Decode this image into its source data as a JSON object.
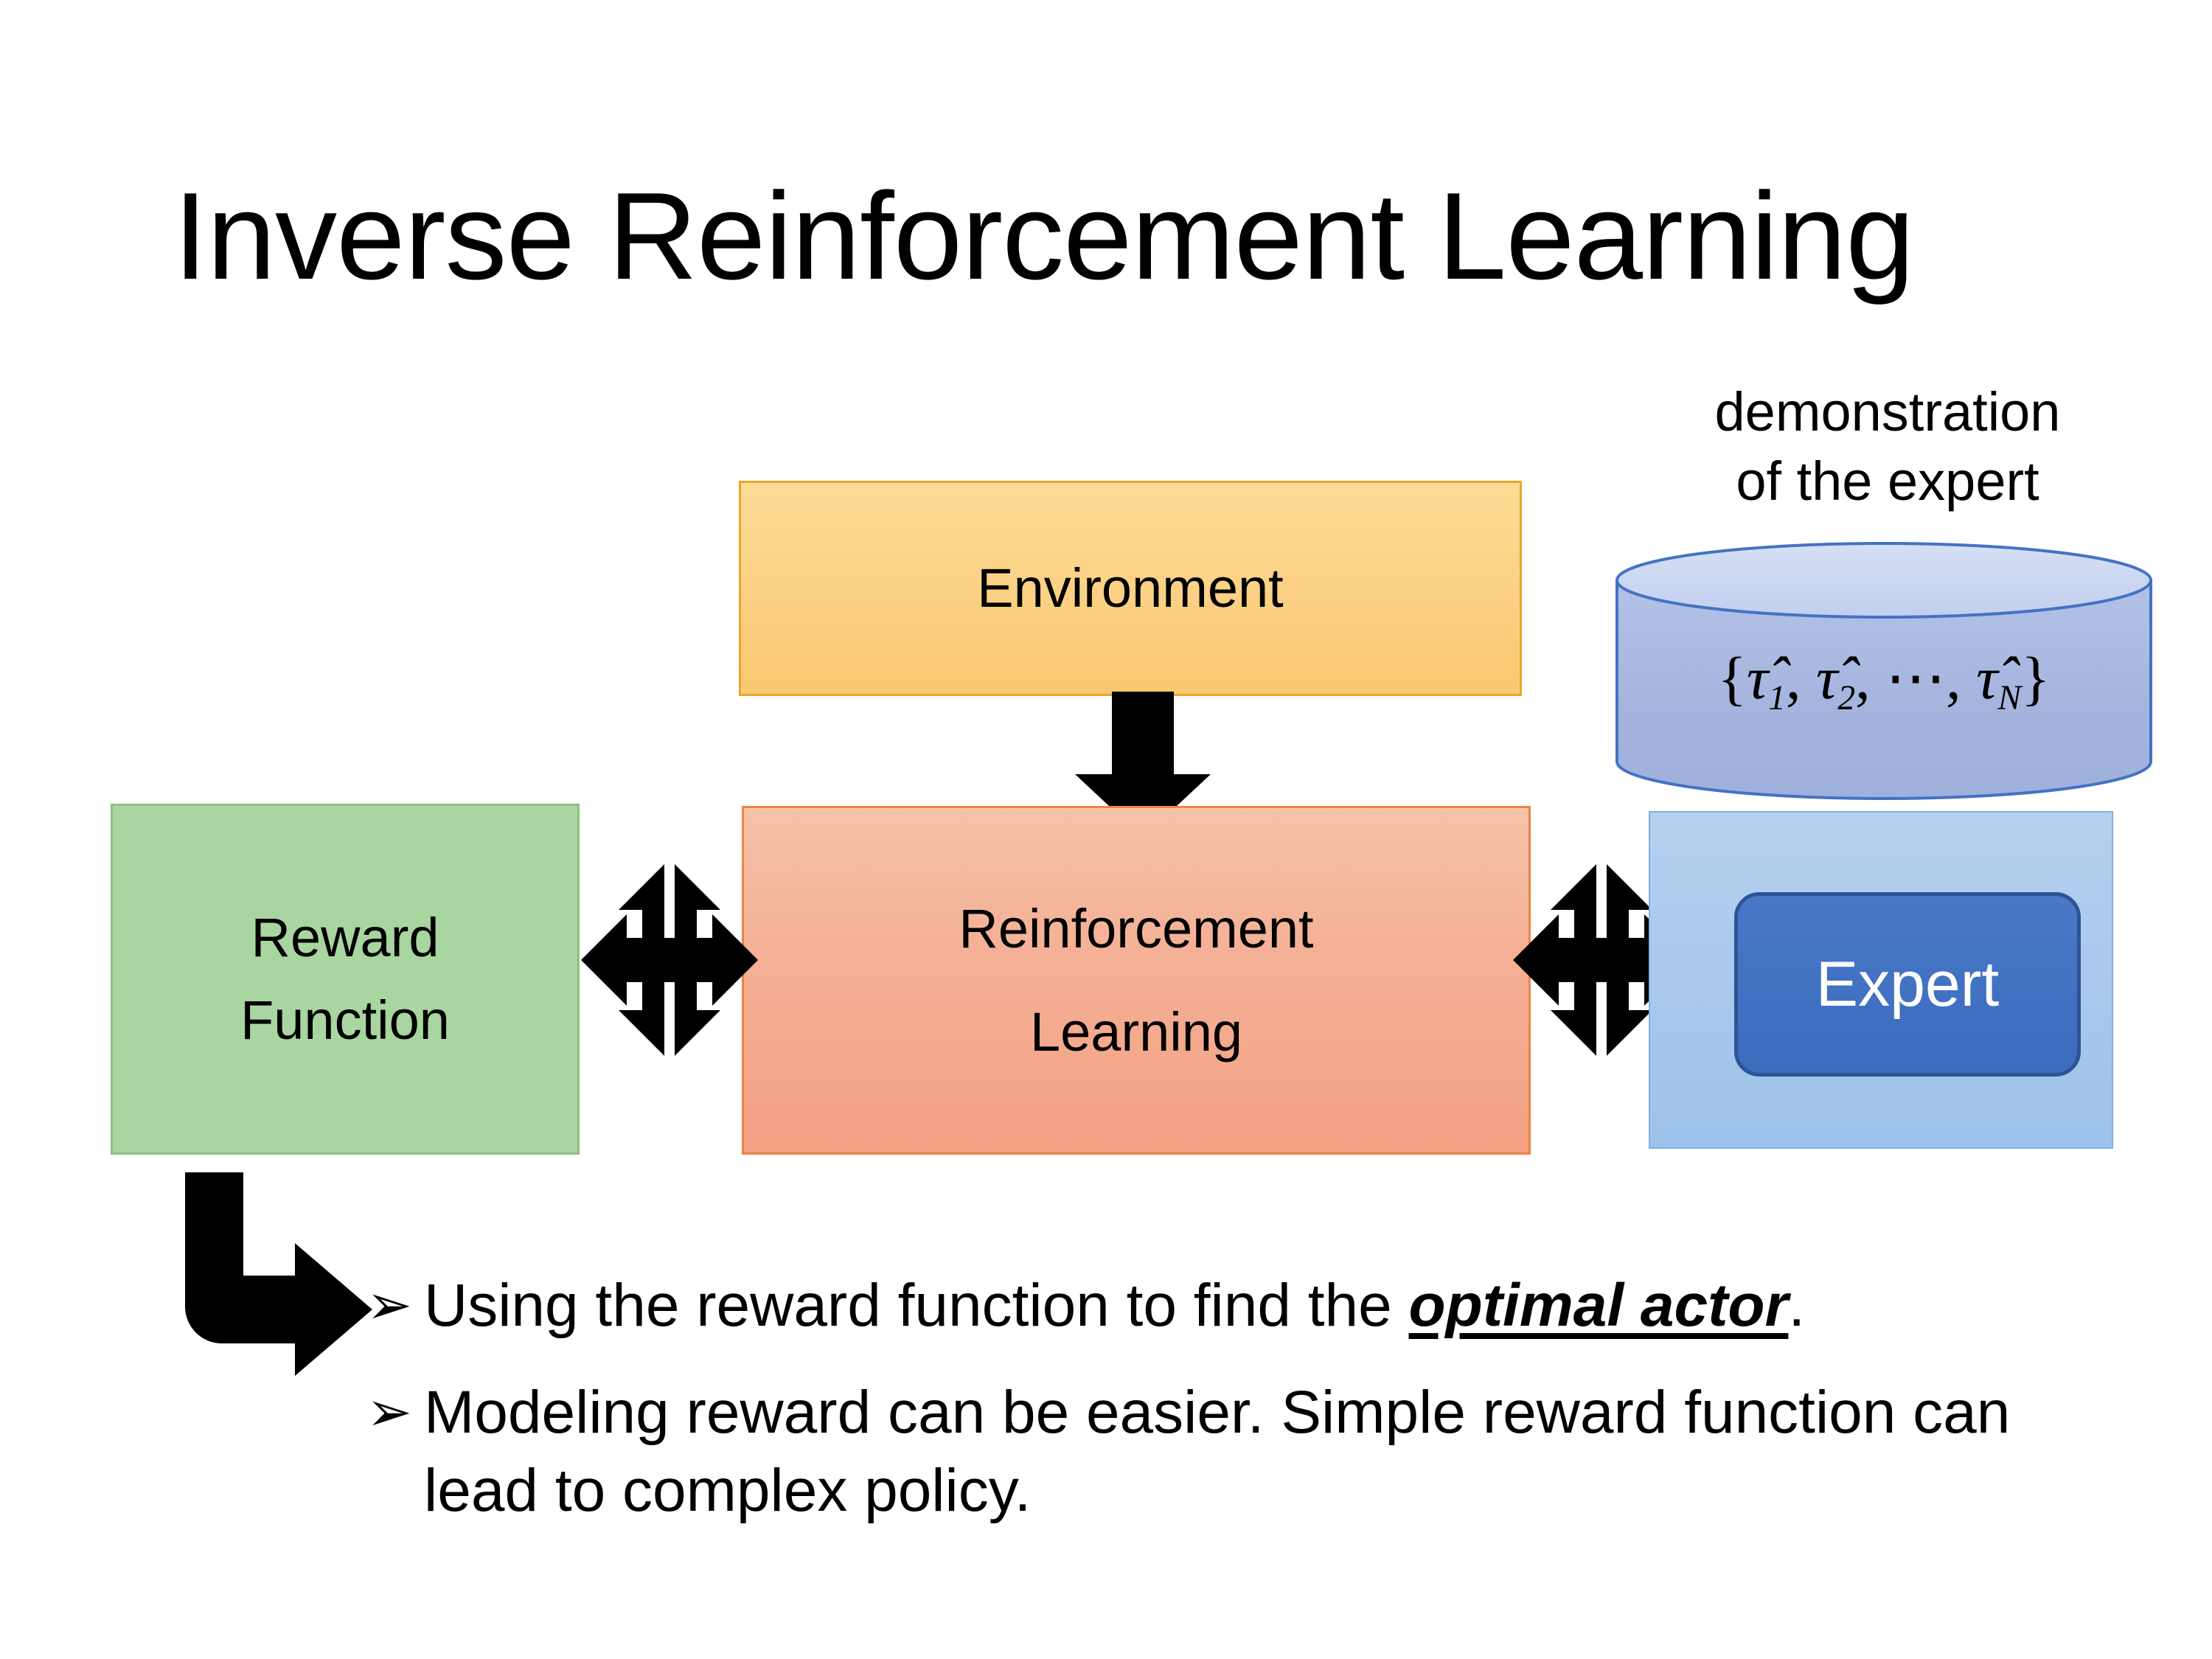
{
  "slide": {
    "title": "Inverse Reinforcement Learning",
    "background_color": "#ffffff"
  },
  "diagram": {
    "environment": {
      "label": "Environment",
      "fill_color": "#fbd084",
      "border_color": "#e8a72c"
    },
    "reinforcement_learning": {
      "line1": "Reinforcement",
      "line2": "Learning",
      "fill_color": "#f4b196",
      "border_color": "#ed8247"
    },
    "reward_function": {
      "line1": "Reward",
      "line2": "Function",
      "fill_color": "#a9d5a0",
      "border_color": "#8cc07f"
    },
    "expert_group": {
      "caption_line1": "demonstration",
      "caption_line2": "of the expert",
      "cylinder_formula": {
        "open_brace": "{",
        "item1_symbol": "τ̂",
        "item1_sub": "1",
        "sep1": ", ",
        "item2_symbol": "τ̂",
        "item2_sub": "2",
        "sep2": ", ⋯, ",
        "item3_symbol": "τ̂",
        "item3_sub": "N",
        "close_brace": "}"
      },
      "cylinder_fill_color": "#a8b8e0",
      "cylinder_top_color": "#ccd8f0",
      "cylinder_border_color": "#4472c4",
      "panel_fill_color": "#9dc2ea",
      "panel_border_color": "#7fb0e4",
      "expert_label": "Expert",
      "expert_fill_color": "#3c6cbe",
      "expert_border_color": "#2c5496",
      "expert_text_color": "#ffffff"
    },
    "connectors": {
      "environment_to_rl": "down-arrow",
      "reward_to_rl": "left-right-double-arrow",
      "rl_to_expert": "left-right-double-arrow",
      "reward_to_bullets": "bent-elbow-arrow",
      "color": "#000000"
    }
  },
  "bullets": {
    "marker": "➢",
    "items": [
      {
        "prefix": "Using the reward function to find the ",
        "emphasis": "optimal actor",
        "suffix": "."
      },
      {
        "prefix": "Modeling reward can be easier. Simple reward function can lead to complex policy.",
        "emphasis": "",
        "suffix": ""
      }
    ]
  }
}
